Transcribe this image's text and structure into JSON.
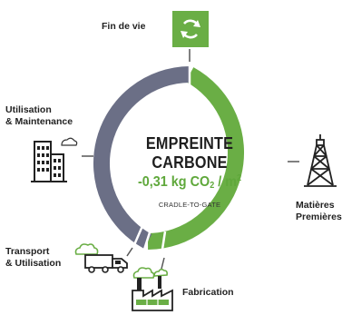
{
  "center": {
    "title": "EMPREINTE CARBONE",
    "value_prefix": "-0,31 kg CO",
    "value_co2_subscript": "2",
    "value_unit": " / m",
    "value_superscript": "2",
    "subtitle": "CRADLE-TO-GATE"
  },
  "stages": {
    "end_of_life": "Fin de vie",
    "use_line1": "Utilisation",
    "use_line2": "& Maintenance",
    "raw_materials_line1": "Matières",
    "raw_materials_line2": "Premières",
    "transport_line1": "Transport",
    "transport_line2": "& Utilisation",
    "manufacturing": "Fabrication"
  },
  "colors": {
    "green": "#6aae45",
    "slate": "#6b6f86",
    "text": "#222222",
    "value_green": "#5fa83b"
  },
  "icons": {
    "end_of_life": "recycle-icon",
    "use": "building-icon",
    "raw_materials": "oil-derrick-icon",
    "transport": "truck-icon",
    "manufacturing": "factory-icon"
  }
}
